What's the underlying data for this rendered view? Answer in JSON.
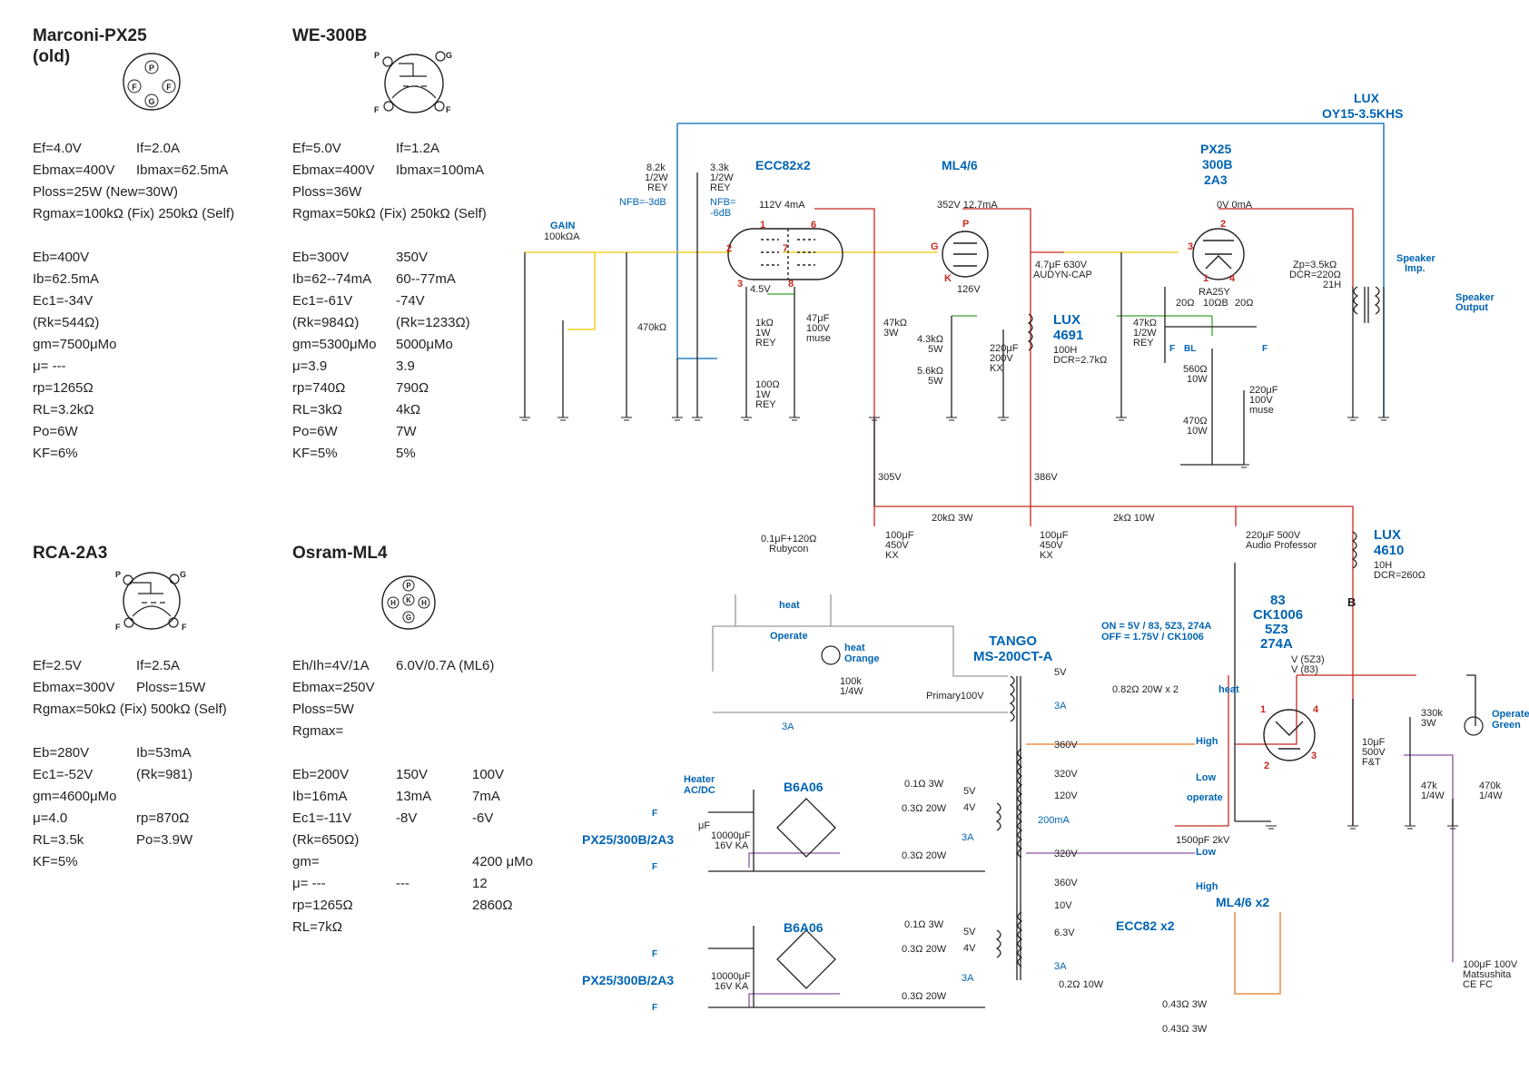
{
  "tubes": {
    "px25": {
      "name": "Marconi-PX25\n(old)",
      "pins": [
        "P",
        "F",
        "F",
        "G"
      ],
      "specs": [
        [
          "Ef=4.0V",
          "If=2.0A"
        ],
        [
          "Ebmax=400V",
          "Ibmax=62.5mA"
        ],
        [
          "Ploss=25W (New=30W)",
          ""
        ],
        [
          "Rgmax=100kΩ (Fix) 250kΩ (Self)",
          ""
        ],
        [
          "",
          ""
        ],
        [
          "Eb=400V",
          ""
        ],
        [
          "Ib=62.5mA",
          ""
        ],
        [
          "Ec1=-34V",
          ""
        ],
        [
          "(Rk=544Ω)",
          ""
        ],
        [
          "gm=7500μMo",
          ""
        ],
        [
          "μ= ---",
          ""
        ],
        [
          "rp=1265Ω",
          ""
        ],
        [
          "RL=3.2kΩ",
          ""
        ],
        [
          "Po=6W",
          ""
        ],
        [
          "KF=6%",
          ""
        ]
      ]
    },
    "we300b": {
      "name": "WE-300B",
      "pins": [
        "P",
        "G",
        "F",
        "F"
      ],
      "specs": [
        [
          "Ef=5.0V",
          "If=1.2A"
        ],
        [
          "Ebmax=400V",
          "Ibmax=100mA"
        ],
        [
          "Ploss=36W",
          ""
        ],
        [
          "Rgmax=50kΩ (Fix) 250kΩ (Self)",
          ""
        ],
        [
          "",
          ""
        ],
        [
          "Eb=300V",
          "350V"
        ],
        [
          "Ib=62--74mA",
          "60--77mA"
        ],
        [
          "Ec1=-61V",
          "-74V"
        ],
        [
          "(Rk=984Ω)",
          "(Rk=1233Ω)"
        ],
        [
          "gm=5300μMo",
          "5000μMo"
        ],
        [
          "μ=3.9",
          "3.9"
        ],
        [
          "rp=740Ω",
          "790Ω"
        ],
        [
          "RL=3kΩ",
          "4kΩ"
        ],
        [
          "Po=6W",
          "7W"
        ],
        [
          "KF=5%",
          "5%"
        ]
      ]
    },
    "rca2a3": {
      "name": "RCA-2A3",
      "pins": [
        "P",
        "G",
        "F",
        "F"
      ],
      "specs": [
        [
          "Ef=2.5V",
          "If=2.5A"
        ],
        [
          "Ebmax=300V",
          "Ploss=15W"
        ],
        [
          "Rgmax=50kΩ (Fix) 500kΩ (Self)",
          ""
        ],
        [
          "",
          ""
        ],
        [
          "Eb=280V",
          "Ib=53mA"
        ],
        [
          "Ec1=-52V",
          "(Rk=981)"
        ],
        [
          "gm=4600μMo",
          ""
        ],
        [
          "μ=4.0",
          "rp=870Ω"
        ],
        [
          "RL=3.5k",
          "Po=3.9W"
        ],
        [
          "KF=5%",
          ""
        ]
      ]
    },
    "ml4": {
      "name": "Osram-ML4",
      "pins": [
        "P",
        "H",
        "K",
        "H",
        "G"
      ],
      "specs": [
        [
          "Eh/Ih=4V/1A",
          "6.0V/0.7A (ML6)",
          ""
        ],
        [
          "Ebmax=250V",
          "",
          ""
        ],
        [
          "Ploss=5W",
          "",
          ""
        ],
        [
          "Rgmax=",
          "",
          ""
        ],
        [
          "",
          "",
          ""
        ],
        [
          "Eb=200V",
          "150V",
          "100V"
        ],
        [
          "Ib=16mA",
          "13mA",
          "7mA"
        ],
        [
          "Ec1=-11V",
          "-8V",
          "-6V"
        ],
        [
          "(Rk=650Ω)",
          "",
          ""
        ],
        [
          "gm=",
          "",
          "4200   μMo"
        ],
        [
          "μ= ---",
          "---",
          "12"
        ],
        [
          "rp=1265Ω",
          "",
          "2860Ω"
        ],
        [
          "RL=7kΩ",
          "",
          ""
        ]
      ]
    }
  },
  "schematic": {
    "blue_labels": {
      "ecc82": "ECC82x2",
      "ml46": "ML4/6",
      "px25a": "PX25",
      "px25b": "300B",
      "px25c": "2A3",
      "lux_out1": "LUX",
      "lux_out2": "OY15-3.5KHS",
      "lux4691a": "LUX",
      "lux4691b": "4691",
      "lux4610a": "LUX",
      "lux4610b": "4610",
      "tango1": "TANGO",
      "tango2": "MS-200CT-A",
      "rect1": "83",
      "rect2": "CK1006",
      "rect3": "5Z3",
      "rect4": "274A",
      "gain": "GAIN",
      "nfb1": "NFB=-3dB",
      "nfb2a": "NFB=",
      "nfb2b": "-6dB",
      "spk_imp1": "Speaker",
      "spk_imp2": "Imp.",
      "spk_out1": "Speaker",
      "spk_out2": "Output",
      "heat1": "heat",
      "operate1": "Operate",
      "heat_orange1": "heat",
      "heat_orange2": "Orange",
      "heat2": "heat",
      "on_off1": "ON = 5V / 83, 5Z3, 274A",
      "on_off2": "OFF = 1.75V / CK1006",
      "operate_green1": "Operate",
      "operate_green2": "Green",
      "high1": "High",
      "low1": "Low",
      "operate2": "operate",
      "low2": "Low",
      "high2": "High",
      "heater1": "Heater",
      "heater2": "AC/DC",
      "b6a06a": "B6A06",
      "b6a06b": "B6A06",
      "px25_sup1": "PX25/300B/2A3",
      "px25_sup2": "PX25/300B/2A3",
      "ml46x2": "ML4/6 x2",
      "ecc82x2": "ECC82 x2",
      "f1": "F",
      "f2": "F",
      "f3": "F",
      "f4": "F",
      "f5": "F",
      "f6": "F",
      "f7": "F",
      "bl": "BL",
      "ma200": "200mA",
      "a3_1": "3A",
      "a3_2": "3A",
      "a3_3": "3A",
      "a3_4": "3A",
      "a3_5": "3A"
    },
    "labels": {
      "gain_val": "100kΩA",
      "r8k2a": "8.2k",
      "r8k2b": "1/2W",
      "r8k2c": "REY",
      "r3k3a": "3.3k",
      "r3k3b": "1/2W",
      "r3k3c": "REY",
      "r470k": "470kΩ",
      "v112": "112V 4mA",
      "v45": "4.5V",
      "r1k_a": "1kΩ",
      "r1k_b": "1W",
      "r1k_c": "REY",
      "c47_a": "47μF",
      "c47_b": "100V",
      "c47_c": "muse",
      "r100_a": "100Ω",
      "r100_b": "1W",
      "r100_c": "REY",
      "r47k_a": "47kΩ",
      "r47k_b": "3W",
      "v352": "352V 12.7mA",
      "v126": "126V",
      "r43k_a": "4.3kΩ",
      "r43k_b": "5W",
      "r56k_a": "5.6kΩ",
      "r56k_b": "5W",
      "c220_a": "220μF",
      "c220_b": "200V",
      "c220_c": "KX",
      "c47u_a": "4.7μF 630V",
      "c47u_b": "AUDYN-CAP",
      "l4691_a": "100H",
      "l4691_b": "DCR=2.7kΩ",
      "r47k2_a": "47kΩ",
      "r47k2_b": "1/2W",
      "r47k2_c": "REY",
      "v0": "0V 0mA",
      "ra25y": "RA25Y",
      "r20a": "20Ω",
      "r10b": "10ΩB",
      "r20b": "20Ω",
      "r560_a": "560Ω",
      "r560_b": "10W",
      "r470_a": "470Ω",
      "r470_b": "10W",
      "c220m_a": "220μF",
      "c220m_b": "100V",
      "c220m_c": "muse",
      "zp1": "Zp=3.5kΩ",
      "zp2": "DCR=220Ω",
      "zp3": "21H",
      "v305": "305V",
      "v386": "386V",
      "r20k": "20kΩ 3W",
      "r2k": "2kΩ 10W",
      "c100a_a": "100μF",
      "c100a_b": "450V",
      "c100a_c": "KX",
      "c100b_a": "100μF",
      "c100b_b": "450V",
      "c100b_c": "KX",
      "c220ap": "220μF 500V",
      "c220ap2": "Audio Professor",
      "l4610_a": "10H",
      "l4610_b": "DCR=260Ω",
      "b_lbl": "B",
      "ruby1": "0.1μF+120Ω",
      "ruby2": "Rubycon",
      "r100k_a": "100k",
      "r100k_b": "1/4W",
      "primary": "Primary100V",
      "v5": "5V",
      "r082": "0.82Ω 20W x 2",
      "v5z3": "V (5Z3)",
      "v83": "V (83)",
      "v360a": "360V",
      "v320a": "320V",
      "v120": "120V",
      "v320b": "320V",
      "v360b": "360V",
      "c1500": "1500pF 2kV",
      "c10u_a": "10μF",
      "c10u_b": "500V",
      "c10u_c": "F&T",
      "r330_a": "330k",
      "r330_b": "3W",
      "r47k3_a": "47k",
      "r47k3_b": "1/4W",
      "r470k2_a": "470k",
      "r470k2_b": "1/4W",
      "r01a": "0.1Ω 3W",
      "r03a": "0.3Ω 20W",
      "r03b": "0.3Ω 20W",
      "v5b": "5V",
      "v4a": "4V",
      "c10000a_a": "10000μF",
      "c10000a_b": "16V KA",
      "r01b": "0.1Ω 3W",
      "r03c": "0.3Ω 20W",
      "r03d": "0.3Ω 20W",
      "v5c": "5V",
      "v4b": "4V",
      "c10000b_a": "10000μF",
      "c10000b_b": "16V KA",
      "v10": "10V",
      "v63": "6.3V",
      "r02": "0.2Ω 10W",
      "r043a": "0.43Ω 3W",
      "r043b": "0.43Ω 3W",
      "c100m_a": "100μF 100V",
      "c100m_b": "Matsushita",
      "c100m_c": "CE FC",
      "uf": "μF"
    },
    "pin_numbers": {
      "e1": "1",
      "e6": "6",
      "e2": "2",
      "e7": "7",
      "e3": "3",
      "e8": "8",
      "mg": "G",
      "mp": "P",
      "mk": "K",
      "p2": "2",
      "p3": "3",
      "p1": "1",
      "p4": "4",
      "r1": "1",
      "r4": "4",
      "r2": "2",
      "r3": "3"
    }
  }
}
